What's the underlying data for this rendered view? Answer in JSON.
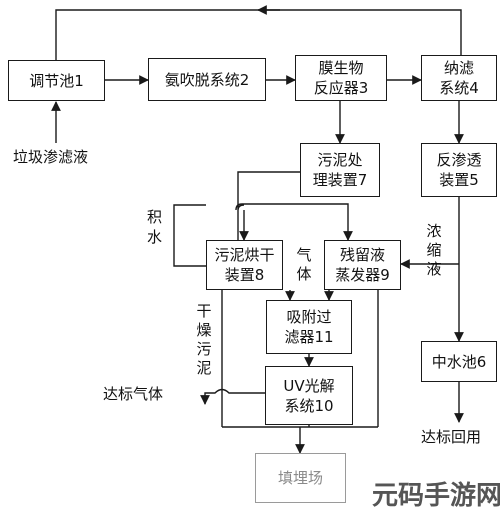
{
  "nodes": {
    "tank1": "调节池1",
    "ammonia2": "氨吹脱系统2",
    "membrane3_line1": "膜生物",
    "membrane3_line2": "反应器3",
    "nano4_line1": "纳滤",
    "nano4_line2": "系统4",
    "sludge7_line1": "污泥处",
    "sludge7_line2": "理装置7",
    "ro5_line1": "反渗透",
    "ro5_line2": "装置5",
    "dryer8_line1": "污泥烘干",
    "dryer8_line2": "装置8",
    "evap9_line1": "残留液",
    "evap9_line2": "蒸发器9",
    "filter11_line1": "吸附过",
    "filter11_line2": "滤器11",
    "uv10_line1": "UV光解",
    "uv10_line2": "系统10",
    "pool6": "中水池6",
    "landfill": "填埋场"
  },
  "labels": {
    "leachate": "垃圾渗滤液",
    "water_line1": "积",
    "water_line2": "水",
    "gas": "气体",
    "dried_sludge": "干燥污泥",
    "concentrate": "浓缩液",
    "gas_out": "达标气体",
    "reuse_out": "达标回用"
  },
  "watermark": "元码手游网"
}
